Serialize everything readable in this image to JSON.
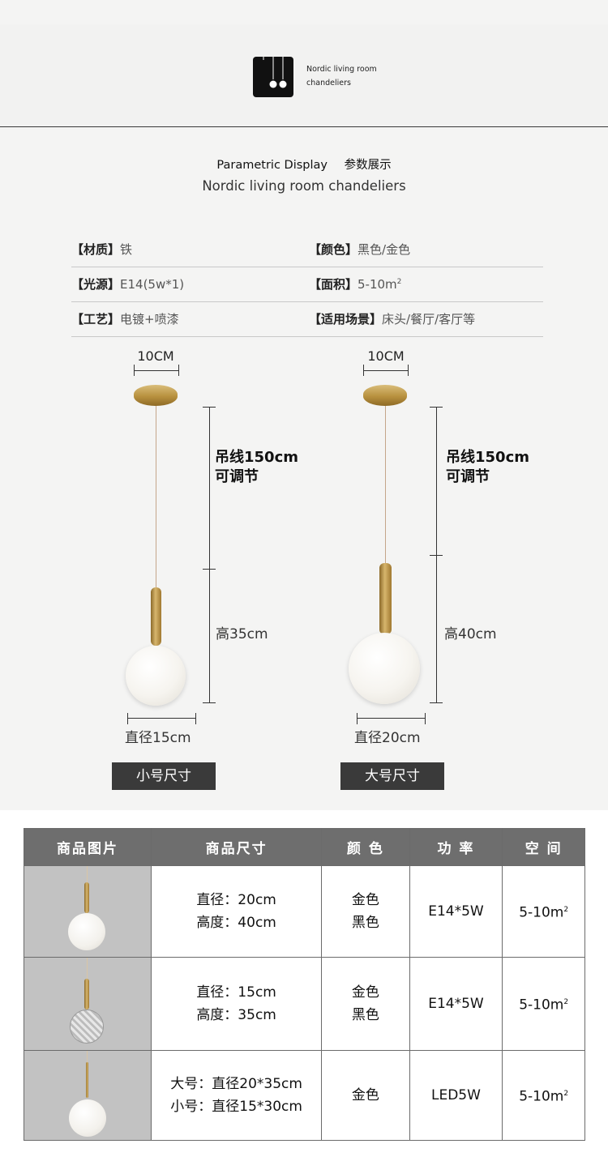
{
  "header": {
    "logo_line1": "Nordic living room",
    "logo_line2": "chandeliers"
  },
  "section": {
    "title_en": "Parametric Display",
    "title_cn": "参数展示",
    "subtitle": "Nordic living room chandeliers"
  },
  "specs": [
    {
      "label1": "【材质】",
      "value1": "铁",
      "label2": "【颜色】",
      "value2": "黑色/金色"
    },
    {
      "label1": "【光源】",
      "value1": "E14(5w*1)",
      "label2": "【面积】",
      "value2": "5-10m",
      "value2_sup": "2"
    },
    {
      "label1": "【工艺】",
      "value1": "电镀+喷漆",
      "label2": "【适用场景】",
      "value2": "床头/餐厅/客厅等"
    }
  ],
  "lamps": [
    {
      "canopy": "10CM",
      "cord_line1": "吊线150cm",
      "cord_line2": "可调节",
      "height": "高35cm",
      "diameter": "直径15cm",
      "badge": "小号尺寸"
    },
    {
      "canopy": "10CM",
      "cord_line1": "吊线150cm",
      "cord_line2": "可调节",
      "height": "高40cm",
      "diameter": "直径20cm",
      "badge": "大号尺寸"
    }
  ],
  "table": {
    "headers": [
      "商品图片",
      "商品尺寸",
      "颜 色",
      "功 率",
      "空 间"
    ],
    "rows": [
      {
        "size_line1": "直径：20cm",
        "size_line2": "高度：40cm",
        "color_line1": "金色",
        "color_line2": "黑色",
        "power": "E14*5W",
        "space": "5-10m",
        "space_sup": "2"
      },
      {
        "size_line1": "直径：15cm",
        "size_line2": "高度：35cm",
        "color_line1": "金色",
        "color_line2": "黑色",
        "power": "E14*5W",
        "space": "5-10m",
        "space_sup": "2"
      },
      {
        "size_line1": "大号：直径20*35cm",
        "size_line2": "小号：直径15*30cm",
        "color_line1": "金色",
        "color_line2": "",
        "power": "LED5W",
        "space": "5-10m",
        "space_sup": "2"
      }
    ]
  },
  "colors": {
    "accent_gold": "#b8913f",
    "badge_bg": "#3a3a3a",
    "table_header_bg": "#6e6e6e"
  }
}
